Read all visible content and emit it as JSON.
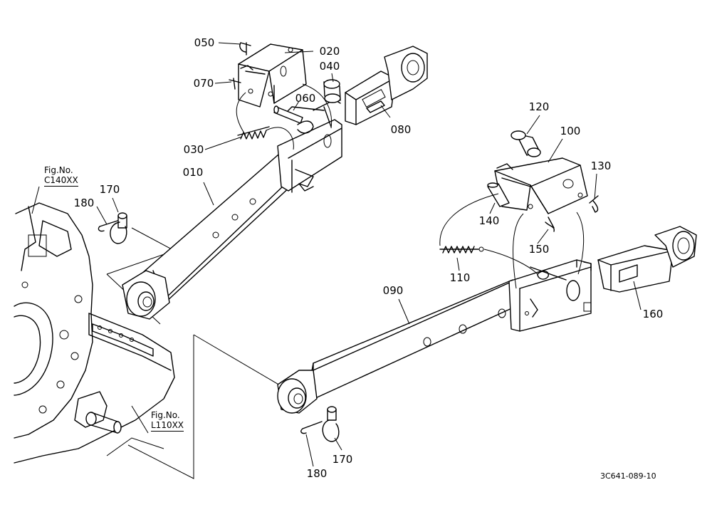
{
  "callouts": {
    "p050": "050",
    "p020": "020",
    "p040": "040",
    "p070": "070",
    "p060": "060",
    "p080": "080",
    "p030": "030",
    "p010": "010",
    "p170a": "170",
    "p180a": "180",
    "p120": "120",
    "p100": "100",
    "p130": "130",
    "p140": "140",
    "p150": "150",
    "p110": "110",
    "p090": "090",
    "p160": "160",
    "p170b": "170",
    "p180b": "180"
  },
  "figure_refs": {
    "top_label": "Fig.No.",
    "top_code": "C140XX",
    "bottom_label": "Fig.No.",
    "bottom_code": "L110XX"
  },
  "drawing_code": "3C641-089-10"
}
